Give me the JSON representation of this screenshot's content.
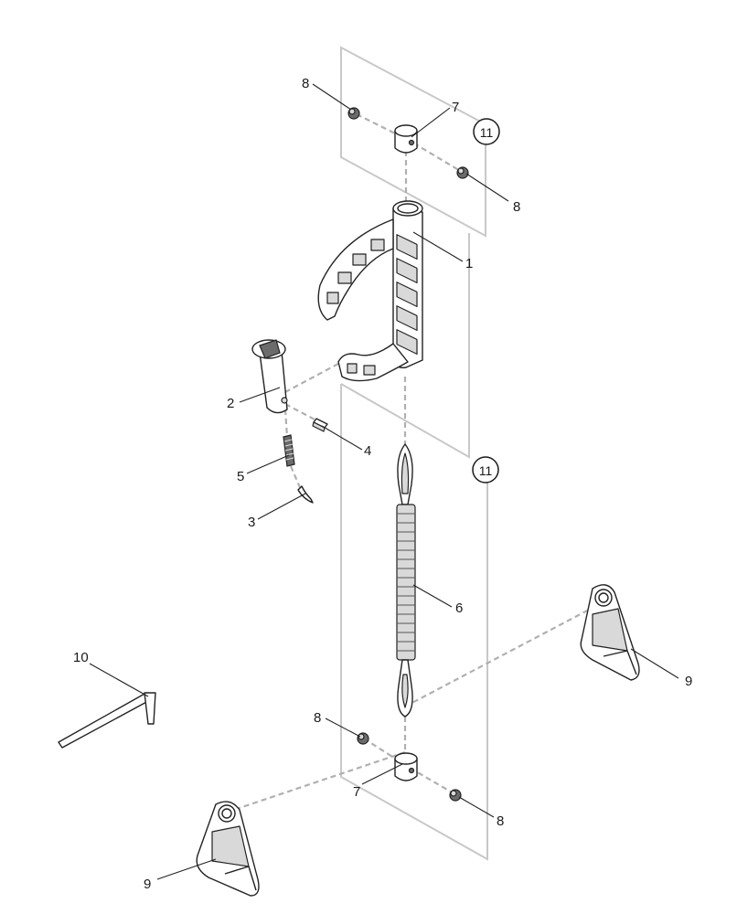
{
  "diagram": {
    "callouts": {
      "handle": "1",
      "latch_body": "2",
      "clip": "3",
      "pin": "4",
      "spring": "5",
      "tension_spring": "6",
      "collar_top": "7",
      "collar_bottom": "7",
      "set_screw_top_left": "8",
      "set_screw_top_right": "8",
      "set_screw_bottom_left": "8",
      "set_screw_bottom_right": "8",
      "foot_right": "9",
      "foot_left": "9",
      "hex_key": "10",
      "ref_top": "11",
      "ref_middle": "11"
    }
  }
}
